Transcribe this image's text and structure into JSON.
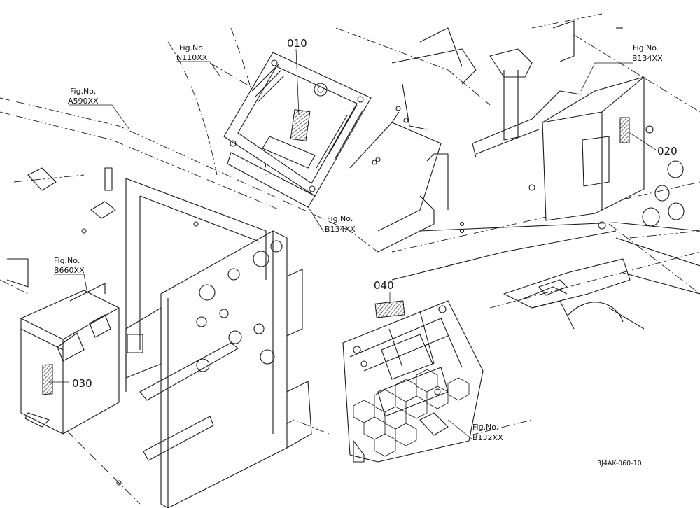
{
  "diagram": {
    "callouts": [
      {
        "id": "010"
      },
      {
        "id": "020"
      },
      {
        "id": "030"
      },
      {
        "id": "040"
      }
    ],
    "figure_refs": [
      {
        "line1": "Fig.No.",
        "line2": "N110XX"
      },
      {
        "line1": "Fig.No.",
        "line2": "A590XX"
      },
      {
        "line1": "Fig.No.",
        "line2": "B134XX"
      },
      {
        "line1": "Fig.No.",
        "line2": "B134XX"
      },
      {
        "line1": "Fig.No.",
        "line2": "B660XX"
      },
      {
        "line1": "Fig.No.",
        "line2": "B132XX"
      }
    ],
    "drawing_code": "3J4AK-060-10"
  }
}
